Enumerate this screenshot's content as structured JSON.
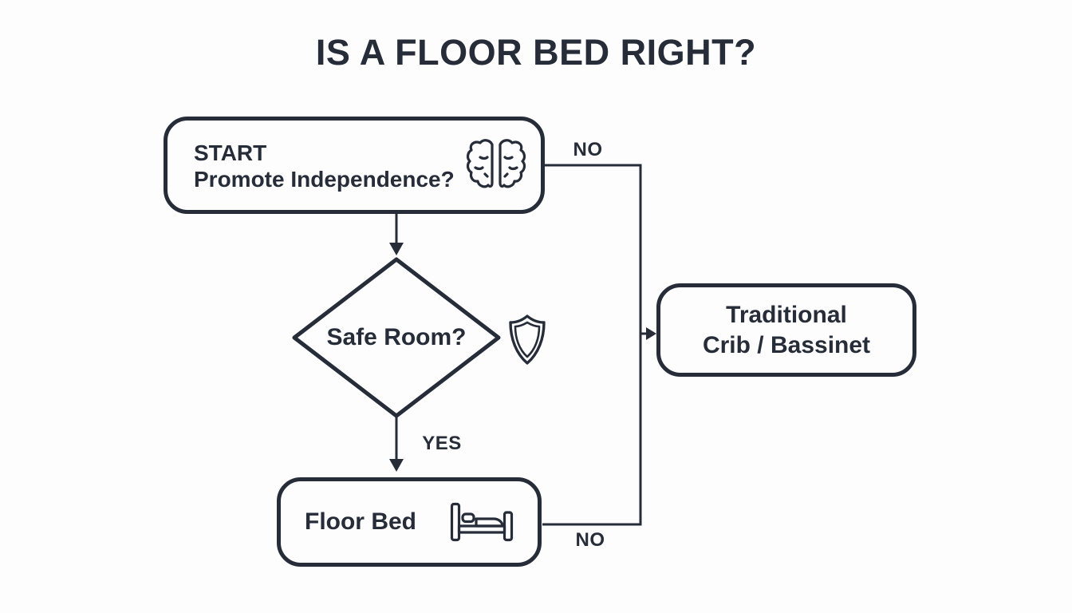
{
  "title": "IS A FLOOR BED RIGHT?",
  "colors": {
    "ink": "#262d39",
    "background": "#fdfdfe"
  },
  "nodes": {
    "start": {
      "heading": "START",
      "question": "Promote Independence?",
      "icon": "brain-icon"
    },
    "decision": {
      "question": "Safe Room?",
      "icon": "shield-icon"
    },
    "floor_bed": {
      "label": "Floor Bed",
      "icon": "bed-icon"
    },
    "crib": {
      "line1": "Traditional",
      "line2": "Crib / Bassinet"
    }
  },
  "edges": {
    "start_no": {
      "label": "NO"
    },
    "decision_yes": {
      "label": "YES"
    },
    "floor_bed_no": {
      "label": "NO"
    }
  }
}
